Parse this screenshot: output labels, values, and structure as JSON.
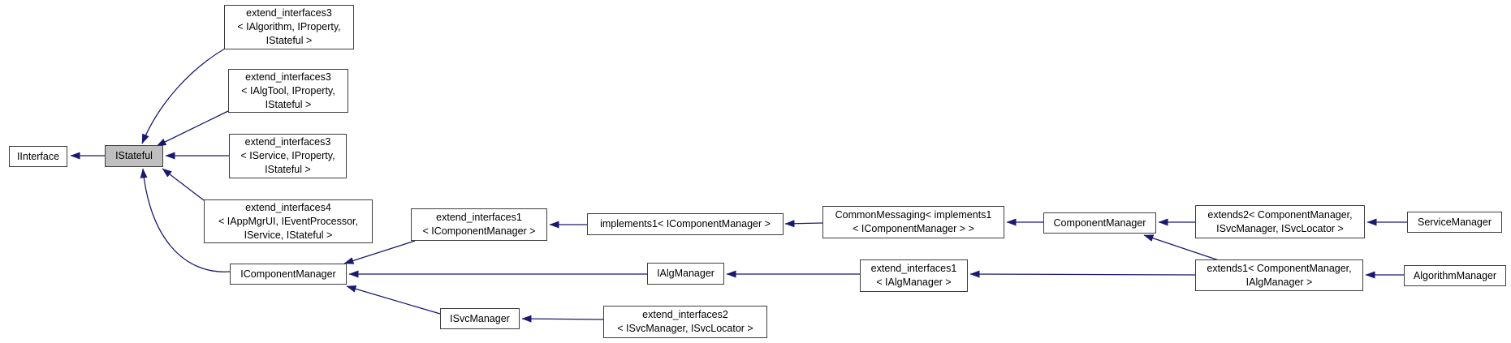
{
  "diagram": {
    "kind": "class-inheritance-graph",
    "colors": {
      "background": "#ffffff",
      "edge": "#191970",
      "node_border": "#3d3d3d",
      "node_fill": "#ffffff",
      "selected_node_fill": "#bfbfbf",
      "text": "#000000"
    },
    "nodes": {
      "iinterface": {
        "lines": [
          "IInterface"
        ]
      },
      "istateful": {
        "lines": [
          "IStateful"
        ],
        "selected": true
      },
      "ext3_algorithm": {
        "lines": [
          "extend_interfaces3",
          "< IAlgorithm, IProperty,",
          "IStateful >"
        ]
      },
      "ext3_algtool": {
        "lines": [
          "extend_interfaces3",
          "< IAlgTool, IProperty,",
          "IStateful >"
        ]
      },
      "ext3_service": {
        "lines": [
          "extend_interfaces3",
          "< IService, IProperty,",
          "IStateful >"
        ]
      },
      "ext4_appmgrui": {
        "lines": [
          "extend_interfaces4",
          "< IAppMgrUI, IEventProcessor,",
          "IService, IStateful >"
        ]
      },
      "icomponentmanager": {
        "lines": [
          "IComponentManager"
        ]
      },
      "ext1_icompmgr": {
        "lines": [
          "extend_interfaces1",
          "< IComponentManager >"
        ]
      },
      "implements1": {
        "lines": [
          "implements1< IComponentManager >"
        ]
      },
      "commonmessaging": {
        "lines": [
          "CommonMessaging< implements1",
          "< IComponentManager > >"
        ]
      },
      "componentmanager": {
        "lines": [
          "ComponentManager"
        ]
      },
      "extends2": {
        "lines": [
          "extends2< ComponentManager,",
          "ISvcManager, ISvcLocator >"
        ]
      },
      "servicemanager": {
        "lines": [
          "ServiceManager"
        ]
      },
      "ialgmanager": {
        "lines": [
          "IAlgManager"
        ]
      },
      "ext1_ialgmgr": {
        "lines": [
          "extend_interfaces1",
          "< IAlgManager >"
        ]
      },
      "extends1": {
        "lines": [
          "extends1< ComponentManager,",
          "IAlgManager >"
        ]
      },
      "algorithmmanager": {
        "lines": [
          "AlgorithmManager"
        ]
      },
      "isvcmanager": {
        "lines": [
          "ISvcManager"
        ]
      },
      "ext2_isvcmgr": {
        "lines": [
          "extend_interfaces2",
          "< ISvcManager, ISvcLocator >"
        ]
      }
    },
    "edges": [
      {
        "from": "istateful",
        "to": "iinterface"
      },
      {
        "from": "ext3_algorithm",
        "to": "istateful"
      },
      {
        "from": "ext3_algtool",
        "to": "istateful"
      },
      {
        "from": "ext3_service",
        "to": "istateful"
      },
      {
        "from": "ext4_appmgrui",
        "to": "istateful"
      },
      {
        "from": "icomponentmanager",
        "to": "istateful"
      },
      {
        "from": "ext1_icompmgr",
        "to": "icomponentmanager"
      },
      {
        "from": "implements1",
        "to": "ext1_icompmgr"
      },
      {
        "from": "commonmessaging",
        "to": "implements1"
      },
      {
        "from": "componentmanager",
        "to": "commonmessaging"
      },
      {
        "from": "extends2",
        "to": "componentmanager"
      },
      {
        "from": "servicemanager",
        "to": "extends2"
      },
      {
        "from": "extends1",
        "to": "componentmanager"
      },
      {
        "from": "extends1",
        "to": "ext1_ialgmgr"
      },
      {
        "from": "algorithmmanager",
        "to": "extends1"
      },
      {
        "from": "ext1_ialgmgr",
        "to": "ialgmanager"
      },
      {
        "from": "ialgmanager",
        "to": "icomponentmanager"
      },
      {
        "from": "isvcmanager",
        "to": "icomponentmanager"
      },
      {
        "from": "ext2_isvcmgr",
        "to": "isvcmanager"
      }
    ]
  }
}
